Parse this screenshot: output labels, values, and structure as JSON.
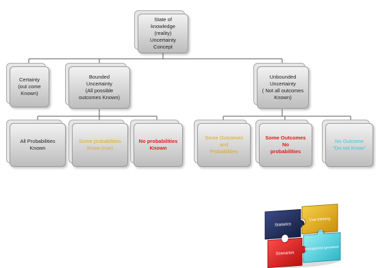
{
  "root": {
    "line1": "State of",
    "line2": "knowledge",
    "line3": "(reality)",
    "line4": "Uncertainty",
    "line5": "Concept"
  },
  "level2": {
    "certainty": {
      "line1": "Certainty",
      "line2": "(out come",
      "line3": "Known)"
    },
    "bounded": {
      "line1": "Bounded",
      "line2": "Uncertainty",
      "line3": "(All possible",
      "line4": "outcomes Known)"
    },
    "unbounded": {
      "line1": "Unbounded",
      "line2": "Uncertainty",
      "line3": "( Not all outcomes",
      "line4": "Known)"
    }
  },
  "level3": {
    "all_prob": {
      "line1": "All Probabilities",
      "line2": "Known"
    },
    "some_prob": {
      "line1": "Some probabilities",
      "line2": "Know (ruw)"
    },
    "no_prob": {
      "line1": "No probabilities",
      "line2": "Known"
    },
    "some_outcomes_prob": {
      "line1": "Some Outcomes and",
      "line2": "Probabilities"
    },
    "some_outcomes_no_prob": {
      "line1": "Some Outcomes No",
      "line2": "probabilities"
    },
    "no_outcomes": {
      "line1": "No Outcome",
      "line2": "\"Do not Know\""
    }
  },
  "puzzle": {
    "statistics": "Statistics",
    "top_right": "Cue thinking",
    "scenarios": "Scenarios",
    "bottom_right": "Recognized ignorance"
  },
  "colors": {
    "yellow": "#e3a917",
    "red": "#e21b1b",
    "cyan": "#3bc7d9",
    "navy": "#1f2a55"
  }
}
